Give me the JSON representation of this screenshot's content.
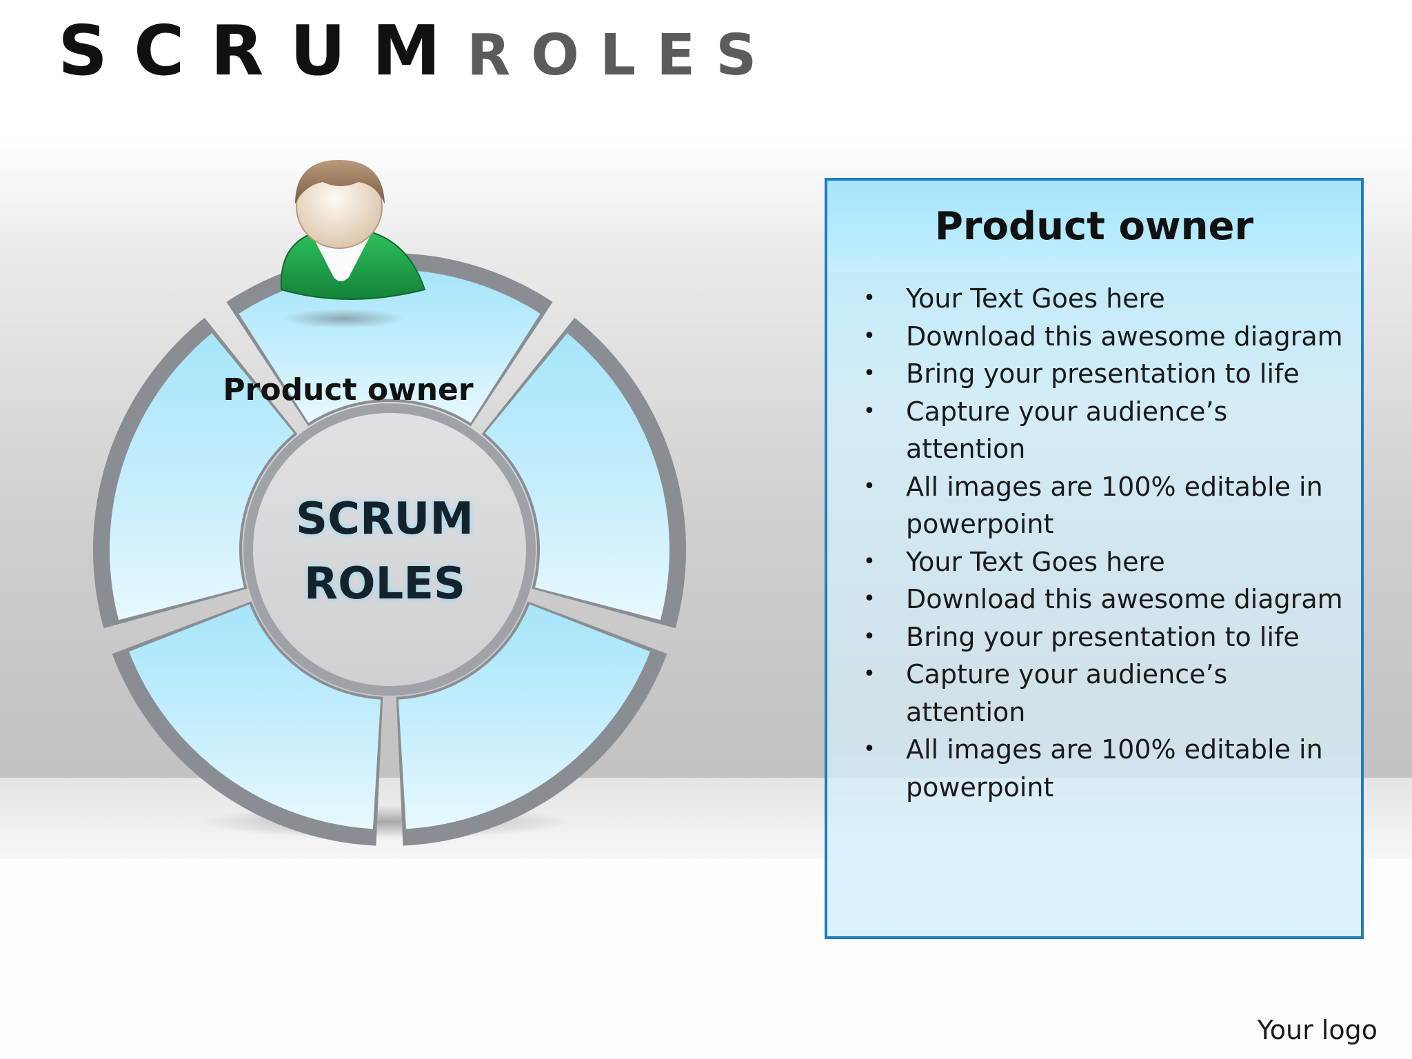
{
  "title": {
    "word1": "SCRUM",
    "word2": "ROLES"
  },
  "diagram": {
    "highlighted_segment_label": "Product owner",
    "center_line1": "SCRUM",
    "center_line2": "ROLES",
    "segment_count": 5,
    "icon": "person-avatar-icon"
  },
  "panel": {
    "title": "Product owner",
    "bullets": [
      "Your Text Goes here",
      "Download this awesome diagram",
      "Bring your presentation to life",
      "Capture your audience’s attention",
      "All images are 100% editable in powerpoint",
      "Your Text Goes here",
      "Download this awesome diagram",
      "Bring your presentation to life",
      "Capture your audience’s attention",
      "All images are 100% editable in powerpoint"
    ]
  },
  "footer": {
    "logo_text": "Your logo"
  },
  "colors": {
    "segment_fill": "#b4ebfc",
    "segment_edge": "#8a8e93",
    "panel_border": "#1f7cc0",
    "avatar_shirt": "#1e9f46"
  }
}
